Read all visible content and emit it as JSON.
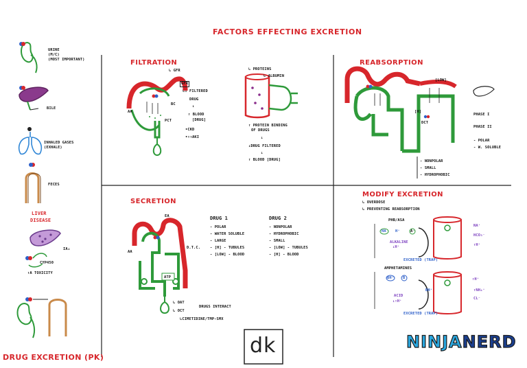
{
  "title": "FACTORS EFFECTING EXCRETION",
  "footer_title": "DRUG EXCRETION (PK)",
  "left_column": {
    "urine": [
      "URINE",
      "(M/C)",
      "(MOST IMPORTANT)"
    ],
    "bile": "BILE",
    "inhaled": [
      "INHALED GASES",
      "(EXHALE)"
    ],
    "feces": "FECES",
    "liver_disease": [
      "LIVER",
      "DISEASE"
    ],
    "ia": "IA↓",
    "cyp": "CYP450",
    "toxicity": "↑A   TOXICITY"
  },
  "filtration": {
    "heading": "FILTRATION",
    "gfr": "↳ GFR",
    "aa": "AA",
    "bc": "BC",
    "pct": "PCT",
    "lines": [
      "↳↓ FILTERED",
      "DRUG",
      "↓",
      "↑ BLOOD",
      "[DRUG]",
      "•CKD",
      "•↑↑AKI"
    ],
    "proteins": "↳ PROTEINS",
    "albumin": "↳ ALBUMIN",
    "binding": [
      "↑ PROTEIN BINDING",
      "OF DRUGS",
      "↓",
      "↓DRUG FILTERED",
      "↓",
      "↑ BLOOD [DRUG]"
    ]
  },
  "reabsorption": {
    "heading": "REABSORPTION",
    "low": "[LOW]",
    "h": "[H]",
    "dct": "DCT",
    "phase1": "PHASE I",
    "phase2": "PHASE II",
    "polar": "- POLAR",
    "wsoluble": "- W. SOLUBLE",
    "props": [
      "- NONPOLAR",
      "- SMALL",
      "- HYDROPHOBIC"
    ]
  },
  "secretion": {
    "heading": "SECRETION",
    "ea": "EA",
    "aa": "AA",
    "dtc": "D.T.C.",
    "atp": "ATP",
    "oat": "↳ OAT",
    "oct": "↳ OCT",
    "interact": "DRUGS INTERACT",
    "cimetidine": "↳CIMETIDINE/TMP-SMX",
    "drug1_heading": "DRUG 1",
    "drug1": [
      "- POLAR",
      "- WATER SOLUBLE",
      "- LARGE",
      "- [H] - TUBULES",
      "- [LOW] - BLOOD"
    ],
    "drug2_heading": "DRUG 2",
    "drug2": [
      "- NONPOLAR",
      "- HYDROPHOBIC",
      "- SMALL",
      "- [LOW] - TUBULES",
      "- [H] - BLOOD"
    ]
  },
  "modify": {
    "heading": "MODIFY EXCRETION",
    "sub": [
      "↳ OVERDOSE",
      "↳ PREVENTING REABSORPTION"
    ],
    "phb": "PHB/ASA",
    "ha": "HA",
    "hplus": "H⁺",
    "a": "A⁻",
    "alkaline": "ALKALINE",
    "downh": "↓H⁺",
    "trap1": "EXCRETED (TRAP)",
    "na": "NA⁺",
    "hco": "HCO₃⁻",
    "uph": "↑H⁺",
    "amph": "AMPHETAMINES",
    "bh": "BH⁺",
    "b": "B",
    "acid": "ACID",
    "acid_h": "↓↑H⁺",
    "trap2": "EXCRETED (TRAP)",
    "uph2": "↑H⁺",
    "nh": "↑NH₄⁺",
    "cl": "CL⁻"
  },
  "logo_dk": "dk",
  "logo_ninja": "NINJA",
  "logo_nerd": "NERD"
}
